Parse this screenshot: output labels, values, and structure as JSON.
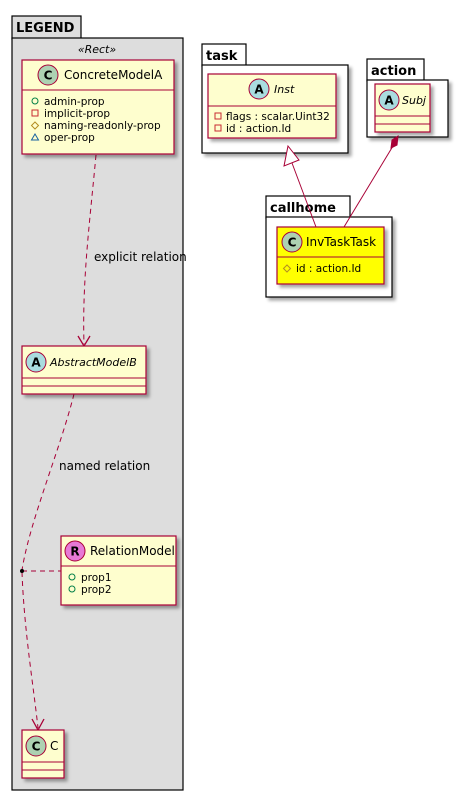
{
  "colors": {
    "class_fill": "#FEFECE",
    "class_border": "#A80036",
    "highlight_fill": "#FFFF00",
    "legend_fill": "#DDDDDD",
    "badge_class": "#ADD1B2",
    "badge_abstract": "#A9DCDF",
    "badge_relation": "#E779D6"
  },
  "packages": {
    "legend": {
      "title": "LEGEND",
      "stereotype": "«Rect»"
    },
    "task": {
      "title": "task"
    },
    "action": {
      "title": "action"
    },
    "callhome": {
      "title": "callhome"
    }
  },
  "classes": {
    "concrete_model_a": {
      "badge": "C",
      "name": "ConcreteModelA",
      "attributes": [
        {
          "visibility": "public",
          "name": "admin-prop"
        },
        {
          "visibility": "private",
          "name": "implicit-prop"
        },
        {
          "visibility": "protected",
          "name": "naming-readonly-prop"
        },
        {
          "visibility": "package",
          "name": "oper-prop"
        }
      ]
    },
    "abstract_model_b": {
      "badge": "A",
      "name": "AbstractModelB"
    },
    "relation_model": {
      "badge": "R",
      "name": "RelationModel",
      "attributes": [
        {
          "visibility": "public",
          "name": "prop1"
        },
        {
          "visibility": "public",
          "name": "prop2"
        }
      ]
    },
    "c": {
      "badge": "C",
      "name": "C"
    },
    "inst": {
      "badge": "A",
      "name": "Inst",
      "attributes": [
        {
          "visibility": "private",
          "name": "flags : scalar.Uint32"
        },
        {
          "visibility": "private",
          "name": "id : action.Id"
        }
      ]
    },
    "subj": {
      "badge": "A",
      "name": "Subj"
    },
    "inv_task_task": {
      "badge": "C",
      "name": "InvTaskTask",
      "attributes": [
        {
          "visibility": "protected",
          "name": "id : action.Id"
        }
      ]
    }
  },
  "relations": {
    "explicit": {
      "label": "explicit relation"
    },
    "named": {
      "label": "named relation"
    }
  }
}
